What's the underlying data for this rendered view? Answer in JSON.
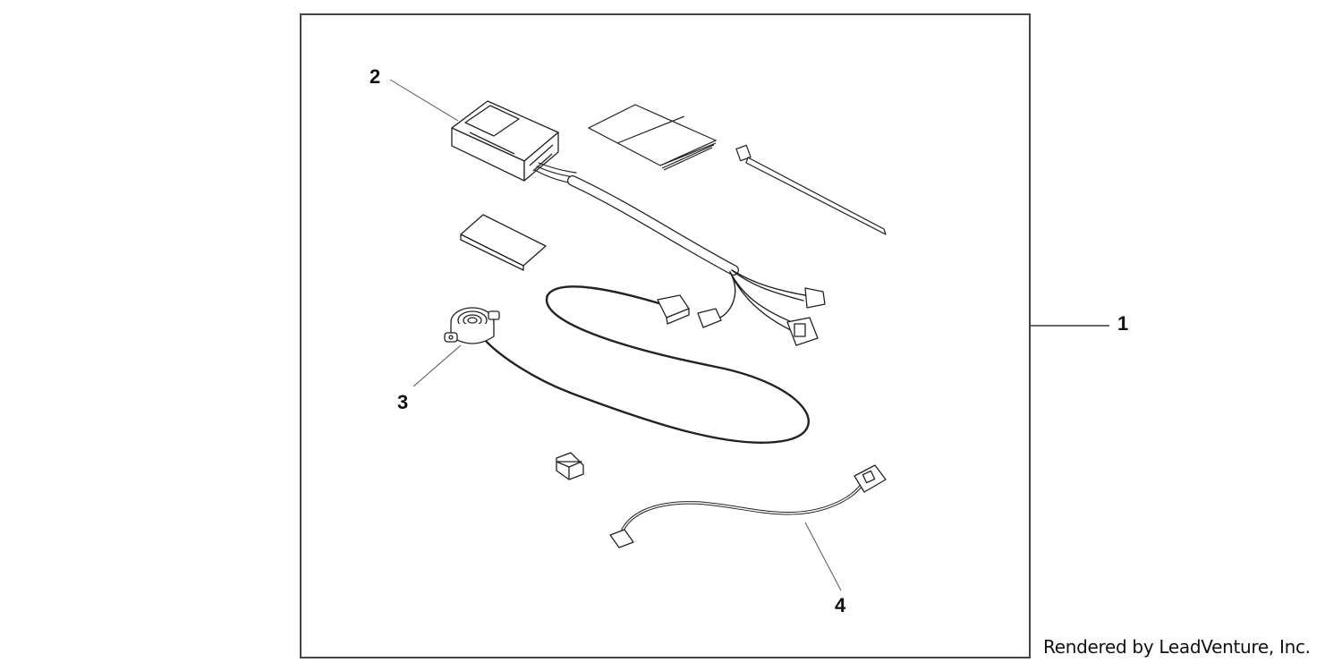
{
  "callouts": {
    "kit": "1",
    "control_unit": "2",
    "buzzer": "3",
    "sub_harness": "4"
  },
  "credit": "Rendered by LeadVenture, Inc."
}
